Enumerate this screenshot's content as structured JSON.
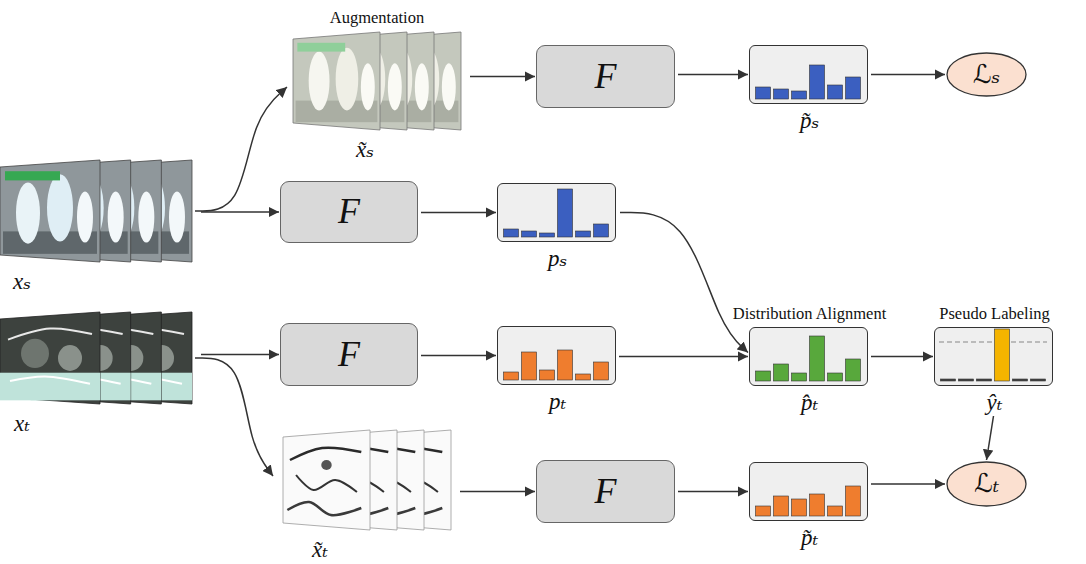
{
  "diagram": {
    "nodes": [
      {
        "text": [
          "Augmentation",
          "x̃ₛ"
        ]
      },
      {
        "text": [
          "F"
        ]
      },
      {
        "text": [
          "p̃ₛ"
        ]
      },
      {
        "text": [
          "ℒₛ"
        ]
      },
      {
        "text": [
          "xₛ"
        ]
      },
      {
        "text": [
          "F"
        ]
      },
      {
        "text": [
          "pₛ"
        ]
      },
      {
        "text": [
          "Distribution Alignment",
          "p̂ₜ"
        ]
      },
      {
        "text": [
          "Pseudo Labeling",
          "ŷₜ"
        ]
      },
      {
        "text": [
          "xₜ"
        ]
      },
      {
        "text": [
          "F"
        ]
      },
      {
        "text": [
          "pₜ"
        ]
      },
      {
        "text": [
          "ℒₜ"
        ]
      },
      {
        "text": [
          "x̃ₜ"
        ]
      },
      {
        "text": [
          "F"
        ]
      },
      {
        "text": [
          "p̃ₜ"
        ]
      }
    ],
    "edges": [
      {
        "from": 4,
        "to": 0,
        "arrow": "to"
      },
      {
        "from": 0,
        "to": 1,
        "arrow": "to"
      },
      {
        "from": 1,
        "to": 2,
        "arrow": "to"
      },
      {
        "from": 2,
        "to": 3,
        "arrow": "to"
      },
      {
        "from": 4,
        "to": 5,
        "arrow": "to"
      },
      {
        "from": 5,
        "to": 6,
        "arrow": "to"
      },
      {
        "from": 6,
        "to": 7,
        "arrow": "to"
      },
      {
        "from": 9,
        "to": 10,
        "arrow": "to"
      },
      {
        "from": 10,
        "to": 11,
        "arrow": "to"
      },
      {
        "from": 11,
        "to": 7,
        "arrow": "to"
      },
      {
        "from": 7,
        "to": 8,
        "arrow": "to"
      },
      {
        "from": 8,
        "to": 12,
        "arrow": "to"
      },
      {
        "from": 9,
        "to": 13,
        "arrow": "to"
      },
      {
        "from": 13,
        "to": 14,
        "arrow": "to"
      },
      {
        "from": 14,
        "to": 15,
        "arrow": "to"
      },
      {
        "from": 15,
        "to": 12,
        "arrow": "to"
      }
    ]
  }
}
